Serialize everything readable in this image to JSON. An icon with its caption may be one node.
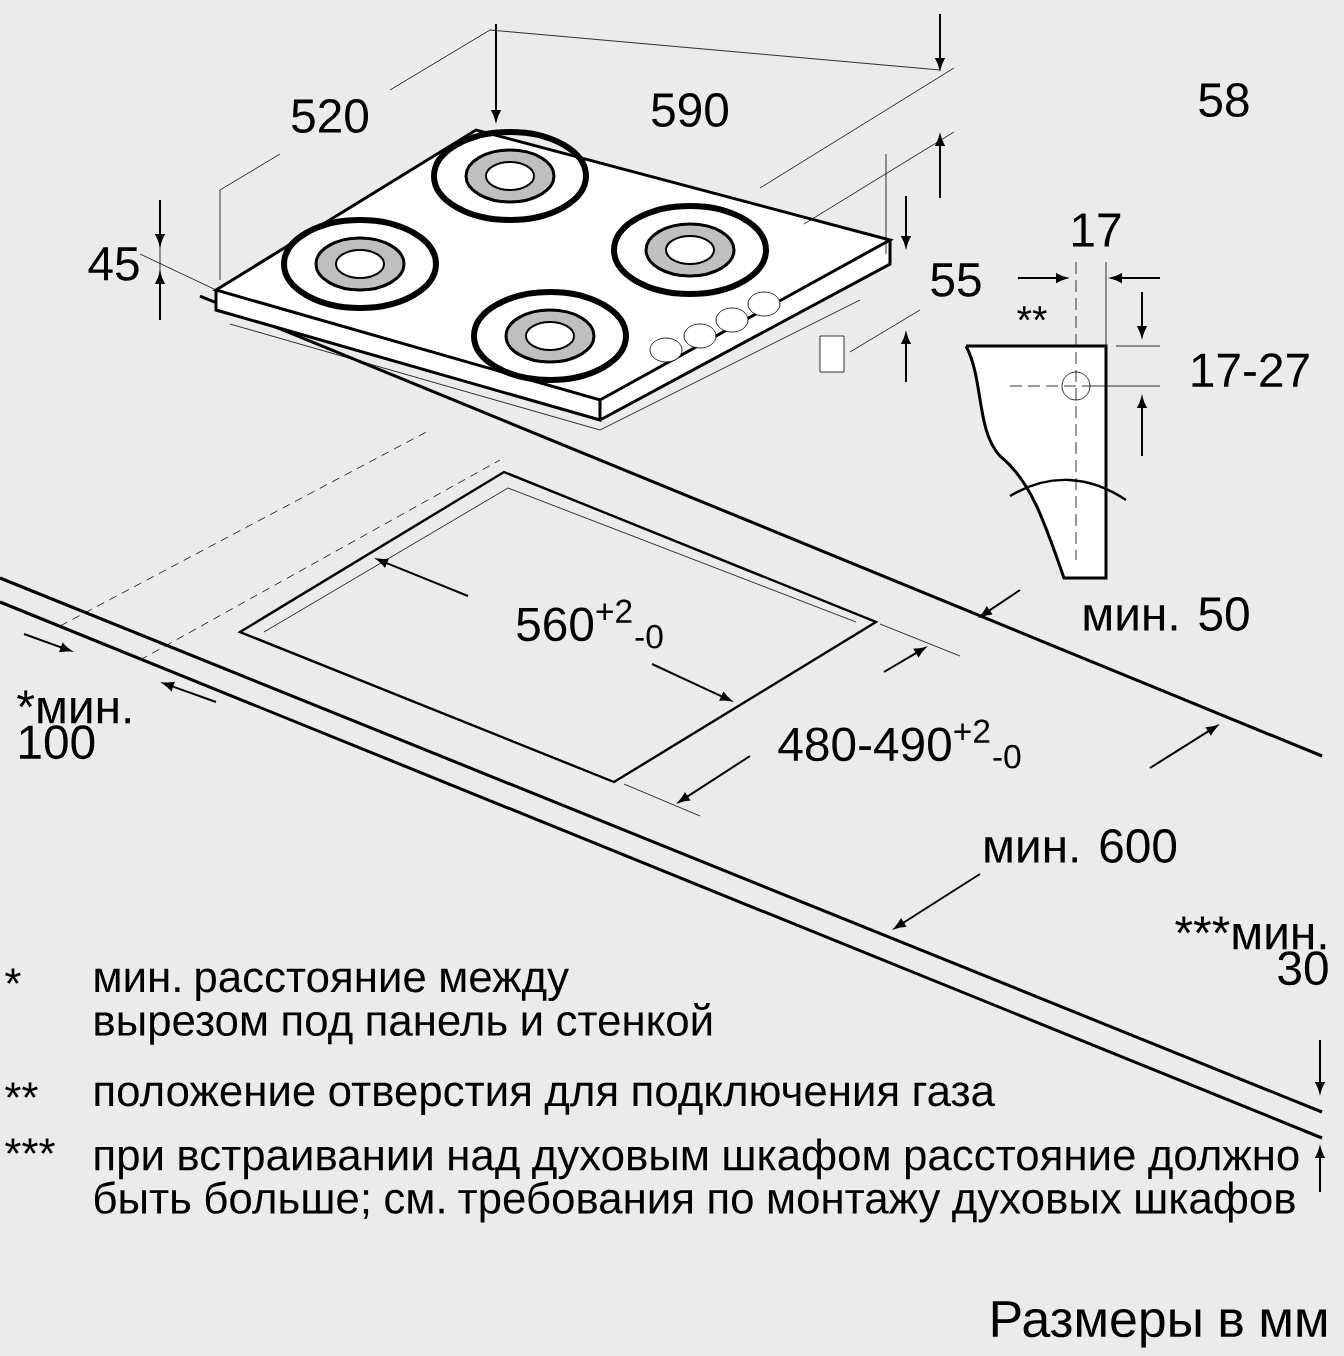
{
  "diagram": {
    "labels": [
      "520",
      "590",
      "58",
      "45",
      "17",
      "55",
      "**",
      "17-27",
      "560$^{+2}$$_{-0}$",
      "мин. 50",
      "*мин. 100",
      "480-490$^{+2}$$_{-0}$",
      "мин. 600",
      "***мин. 30",
      "*",
      "мин. расстояние между вырезом под панель и стенкой",
      "**",
      "положение отверстия для подключения газа",
      "***",
      "при встраивании над духовым шкафом расстояние должно быть больше; см. требования по монтажу духовых шкафов",
      "Размеры в мм"
    ]
  }
}
